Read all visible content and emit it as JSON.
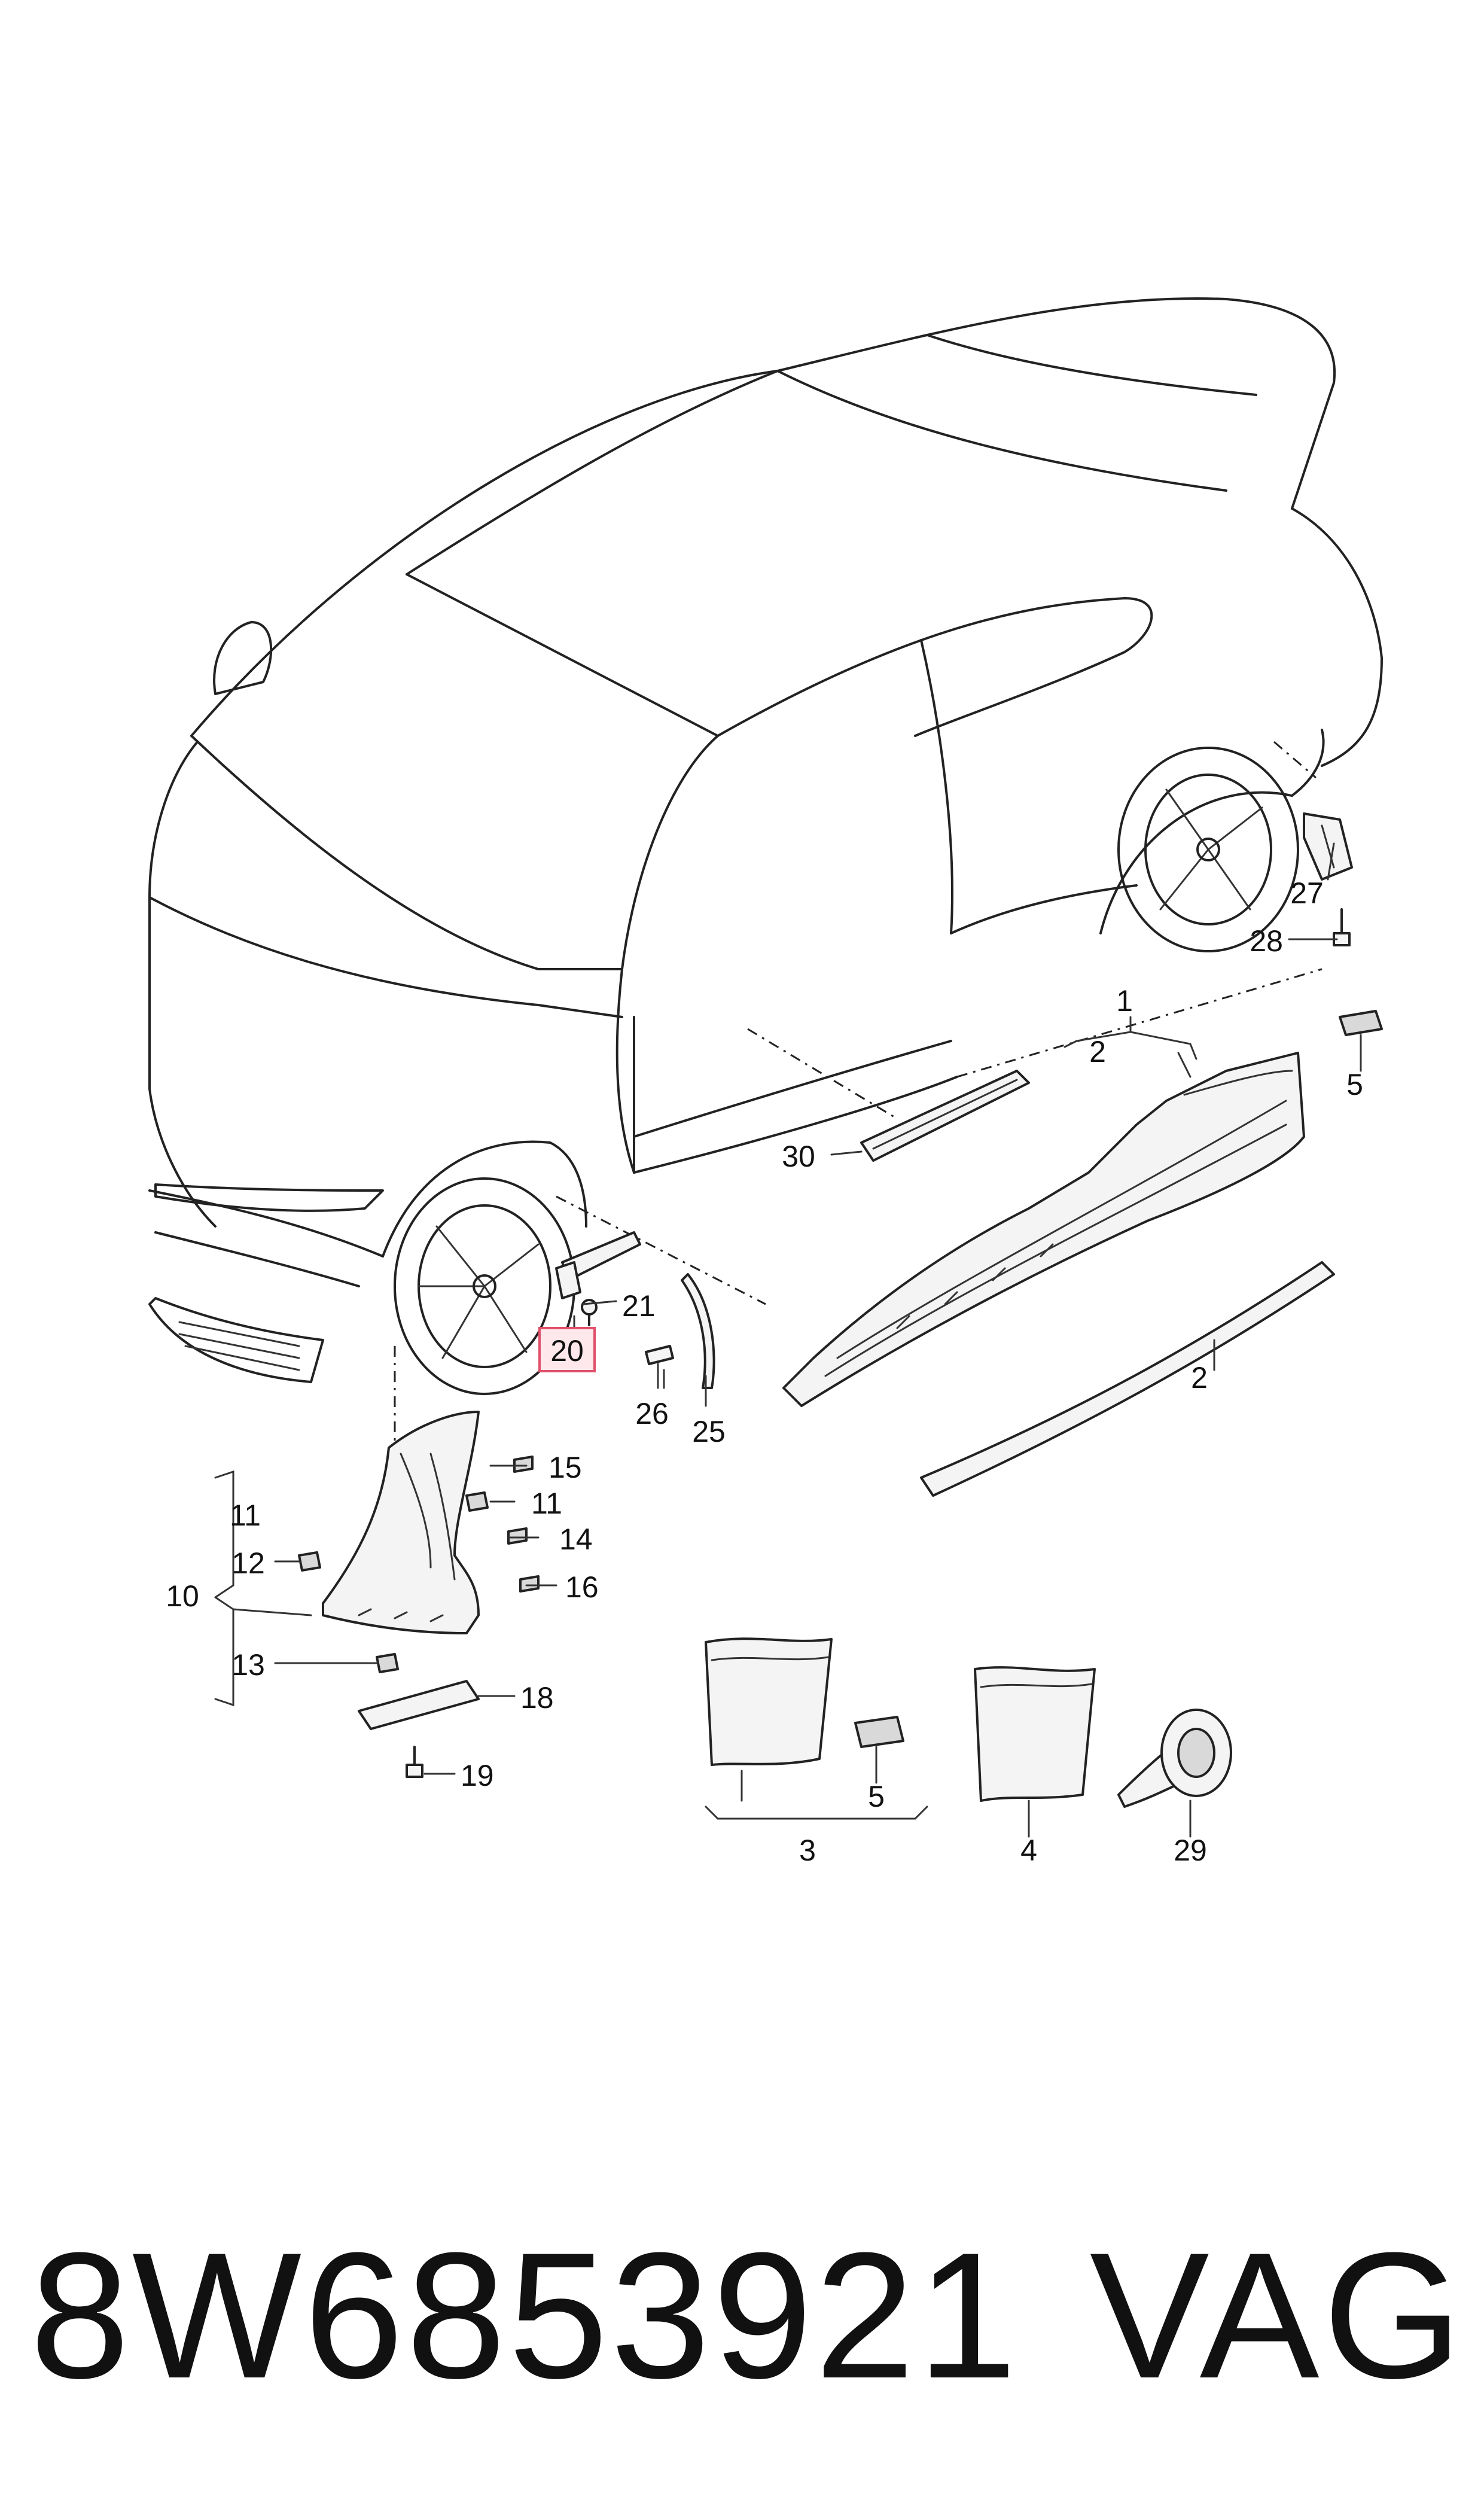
{
  "diagram": {
    "callouts": [
      {
        "id": "c1",
        "label": "1"
      },
      {
        "id": "c2a",
        "label": "2"
      },
      {
        "id": "c2b",
        "label": "2"
      },
      {
        "id": "c3",
        "label": "3"
      },
      {
        "id": "c4",
        "label": "4"
      },
      {
        "id": "c5a",
        "label": "5"
      },
      {
        "id": "c5b",
        "label": "5"
      },
      {
        "id": "c10",
        "label": "10"
      },
      {
        "id": "c11a",
        "label": "11"
      },
      {
        "id": "c11b",
        "label": "11"
      },
      {
        "id": "c12",
        "label": "12"
      },
      {
        "id": "c13",
        "label": "13"
      },
      {
        "id": "c14",
        "label": "14"
      },
      {
        "id": "c15",
        "label": "15"
      },
      {
        "id": "c16",
        "label": "16"
      },
      {
        "id": "c18",
        "label": "18"
      },
      {
        "id": "c19",
        "label": "19"
      },
      {
        "id": "c20",
        "label": "20",
        "highlighted": true
      },
      {
        "id": "c21",
        "label": "21"
      },
      {
        "id": "c25",
        "label": "25"
      },
      {
        "id": "c26",
        "label": "26"
      },
      {
        "id": "c27",
        "label": "27"
      },
      {
        "id": "c28",
        "label": "28"
      },
      {
        "id": "c29",
        "label": "29"
      },
      {
        "id": "c30",
        "label": "30"
      }
    ],
    "highlight_color": "#e0506a"
  },
  "footer": {
    "part_number": "8W6853921",
    "brand": "VAG"
  }
}
